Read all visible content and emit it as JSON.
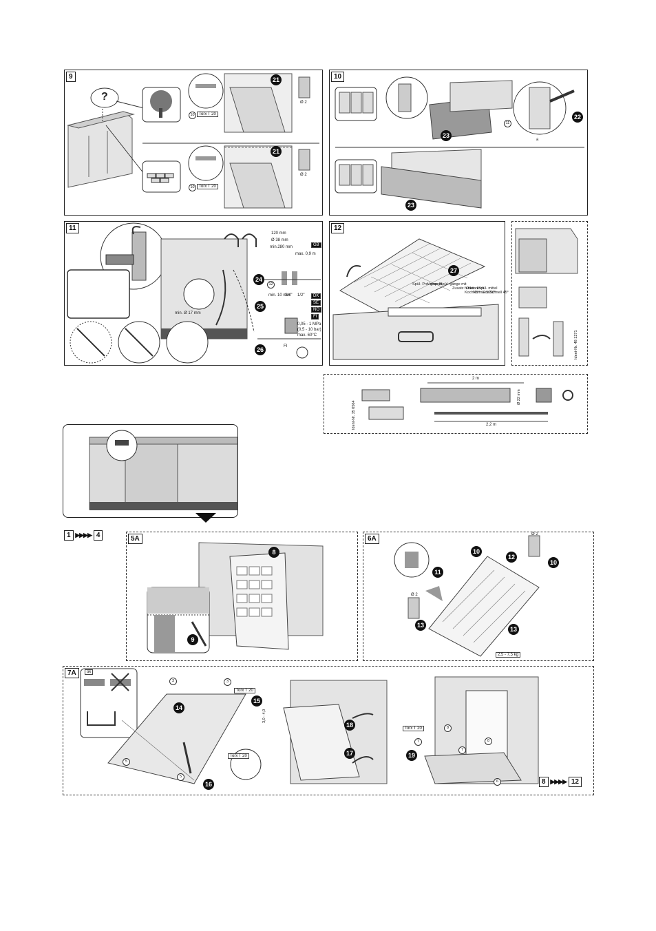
{
  "panels": {
    "p9": {
      "number": "9",
      "callouts": [
        "21",
        "21"
      ],
      "question": "?",
      "tool1": "Torx T 20",
      "tool2": "Torx T 20",
      "screw1": "10",
      "screw2": "10",
      "dim1": "Ø 2",
      "dim2": "Ø 2"
    },
    "p10": {
      "number": "10",
      "callouts": [
        "22",
        "23",
        "23"
      ],
      "screw": "11",
      "dim": "a"
    },
    "p11": {
      "number": "11",
      "callouts": [
        "24",
        "25",
        "26"
      ],
      "screw": "12",
      "labels": {
        "m120": "120 mm",
        "d38": "Ø 38 mm",
        "min280": "min.280 mm",
        "max09": "max. 0,9 m",
        "gb": "GB",
        "d17": "min. Ø 17 mm",
        "min10": "min. 10 mm",
        "t34": "3/4\"",
        "t12": "1/2\"",
        "dk": "DK",
        "se": "SE",
        "no": "NO",
        "fi": "FI",
        "pressure": "0,05 - 1 MPa",
        "bar": "(0,5 - 10 bar)",
        "temp": "max. 60°C",
        "fin": "FI"
      }
    },
    "p12": {
      "number": "12",
      "callout": "27",
      "table_headers": [
        "Spül- Pro- gramm",
        "Vorsp. le",
        "Spül- gänge mit",
        "Zusatz funktion",
        "Ober- korb",
        "Spül- mittel",
        "Koch 65°",
        "Normal 50°",
        "Eco 50°",
        "Schnell 45°"
      ]
    },
    "side": {
      "ident": "Ident-Nr. 48 1271"
    },
    "hoses": {
      "ident": "Ident-Nr. 35 0564",
      "len1": "2 m",
      "len2": "2,2 m",
      "dia": "Ø 22 mm"
    },
    "seq1": {
      "from": "1",
      "to": "4"
    },
    "p5a": {
      "number": "5A",
      "callouts": [
        "8",
        "9"
      ]
    },
    "p6a": {
      "number": "6A",
      "callouts": [
        "10",
        "10",
        "11",
        "12",
        "13",
        "13"
      ],
      "dim1": "Ø 2",
      "dim2": "Ø 2",
      "weight": "2,5 - 7,5 kg"
    },
    "p7a": {
      "number": "7A",
      "callouts": [
        "14",
        "15",
        "16",
        "17",
        "18",
        "19"
      ],
      "ok": "ok",
      "tool1": "Torx T 20",
      "tool2": "Torx T 20",
      "tool3": "Torx T 20",
      "rings": [
        "3",
        "3",
        "5",
        "5",
        "8",
        "8",
        "7",
        "7",
        "6"
      ],
      "dim": "3,0 - 4,0"
    },
    "seq2": {
      "from": "8",
      "to": "12"
    },
    "arrows": "▶▶▶▶"
  }
}
